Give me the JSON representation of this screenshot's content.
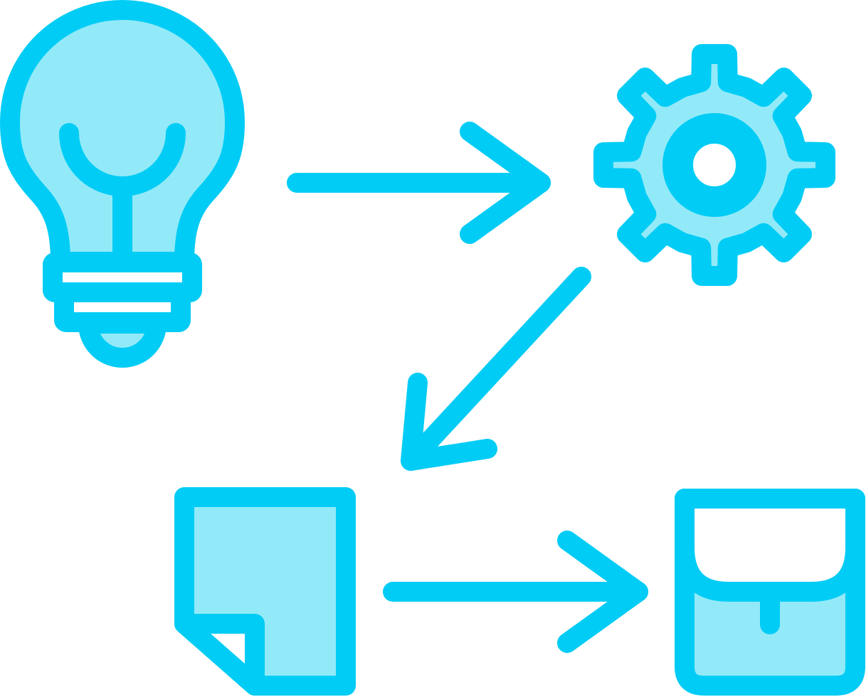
{
  "palette": {
    "stroke": "#00CCF5",
    "fill": "#92EAF8",
    "background": "#FFFFFF"
  },
  "nodes": [
    {
      "id": "idea",
      "icon": "lightbulb-icon"
    },
    {
      "id": "process",
      "icon": "gear-icon"
    },
    {
      "id": "document",
      "icon": "document-icon"
    },
    {
      "id": "result",
      "icon": "briefcase-icon"
    }
  ],
  "connectors": [
    {
      "from": "idea",
      "to": "process",
      "icon": "arrow-right-icon"
    },
    {
      "from": "process",
      "to": "document",
      "icon": "arrow-down-left-icon"
    },
    {
      "from": "document",
      "to": "result",
      "icon": "arrow-right-icon"
    }
  ]
}
